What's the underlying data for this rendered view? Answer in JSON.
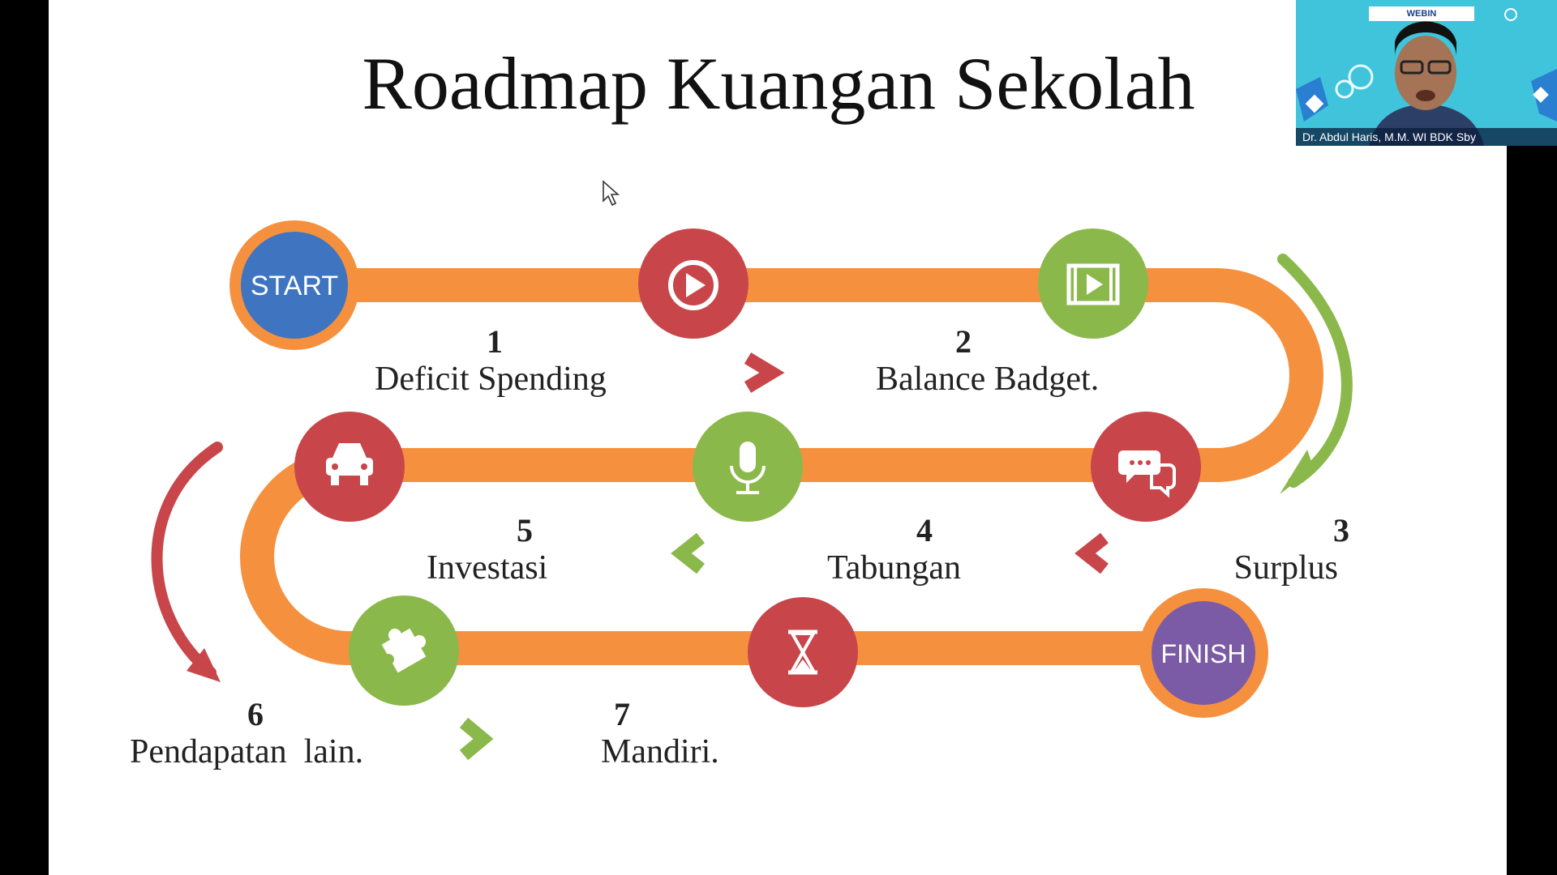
{
  "slide": {
    "title": "Roadmap Kuangan Sekolah",
    "start_label": "START",
    "finish_label": "FINISH",
    "steps": [
      {
        "number": "1",
        "label": "Deficit Spending"
      },
      {
        "number": "2",
        "label": "Balance Badget."
      },
      {
        "number": "3",
        "label": "Surplus"
      },
      {
        "number": "4",
        "label": "Tabungan"
      },
      {
        "number": "5",
        "label": "Investasi"
      },
      {
        "number": "6",
        "label": "Pendapatan  lain."
      },
      {
        "number": "7",
        "label": "Mandiri."
      }
    ],
    "icons": [
      "play-icon",
      "film-icon",
      "chat-icon",
      "microphone-icon",
      "car-icon",
      "puzzle-icon",
      "hourglass-icon"
    ],
    "colors": {
      "road": "#f5913e",
      "red": "#c8464a",
      "green": "#8bb84a",
      "start_blue": "#3f74c0",
      "finish_purple": "#7b5aa6"
    }
  },
  "webcam": {
    "participant_name": "Dr. Abdul Haris, M.M. WI BDK Sby",
    "badge": "WEBIN"
  }
}
